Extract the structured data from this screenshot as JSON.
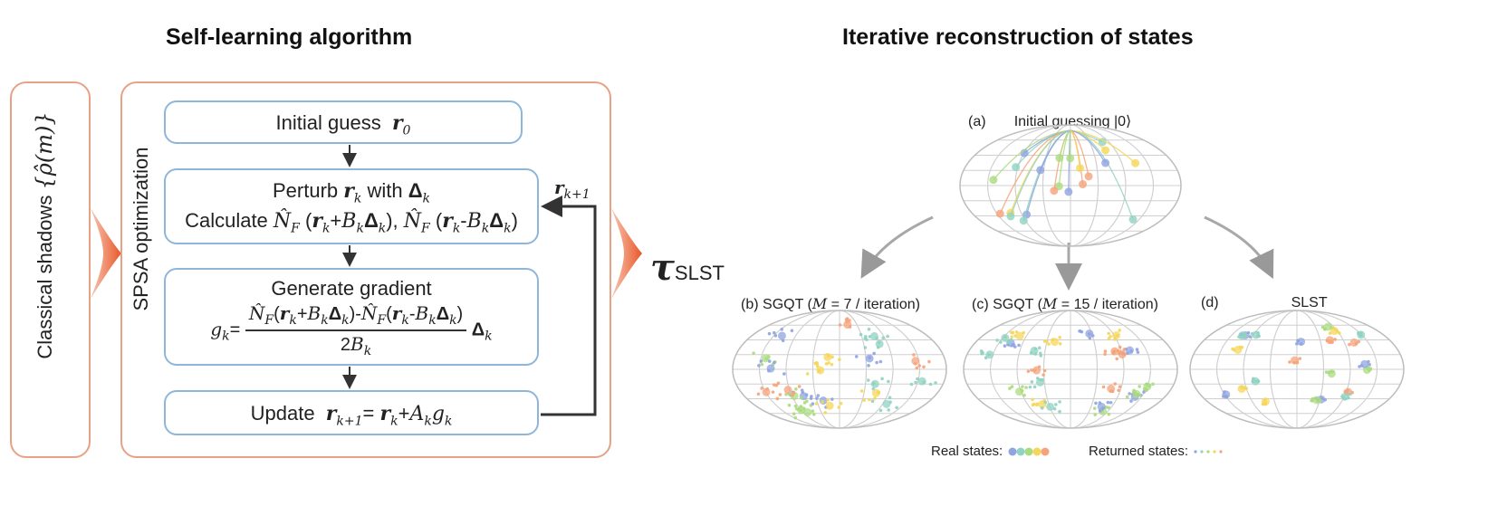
{
  "titles": {
    "left": "Self-learning algorithm",
    "right": "Iterative reconstruction of states"
  },
  "input": {
    "label": "Classical shadows",
    "symbol": "{ρ̂(m)}"
  },
  "optimizer": {
    "label": "SPSA optimization"
  },
  "steps": {
    "initial": {
      "text": "Initial guess",
      "var": "r",
      "sub": "0"
    },
    "perturb": {
      "line1_a": "Perturb",
      "line1_b": "with",
      "delta": "Δ",
      "k": "k",
      "line2_a": "Calculate",
      "nf": "N̂",
      "F": "F",
      "plus": "+",
      "minus": "-",
      "B": "B",
      "r": "r"
    },
    "gradient": {
      "title": "Generate gradient",
      "g": "g",
      "two": "2",
      "B": "B"
    },
    "update": {
      "text": "Update",
      "A": "A",
      "g": "g",
      "eq": "=",
      "plus": "+",
      "kp1": "k+1"
    }
  },
  "feedback": {
    "var": "r",
    "sub": "k+1"
  },
  "output": {
    "symbol": "τ",
    "sub": "SLST"
  },
  "maps": {
    "a": {
      "tag": "(a)",
      "title": "Initial guessing |0⟩"
    },
    "b": {
      "tag": "(b)",
      "title_a": "SGQT (",
      "M": "M",
      "title_b": " = 7 / iteration)"
    },
    "c": {
      "tag": "(c)",
      "title_a": "SGQT (",
      "M": "M",
      "title_b": " = 15 / iteration)"
    },
    "d": {
      "tag": "(d)",
      "title": "SLST"
    }
  },
  "legend": {
    "real": "Real states:",
    "returned": "Returned states:"
  },
  "colors": {
    "box_orange": "#e8a184",
    "arrow_orange": "#e8582a",
    "step_blue": "#8fb6d9",
    "point_palette": [
      "#8fa4e0",
      "#8fd3c2",
      "#a9dc7e",
      "#f5d65a",
      "#f5a37a"
    ]
  }
}
